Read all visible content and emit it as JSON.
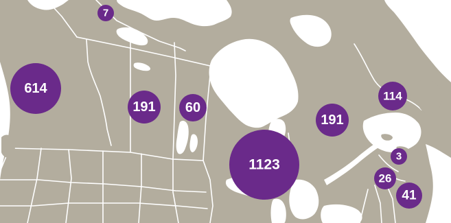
{
  "colors": {
    "land": "#b3ad9e",
    "water": "#ffffff",
    "border": "#ffffff",
    "marker": "#6a2a8a"
  },
  "markers": [
    {
      "id": "marker-north",
      "label": "7",
      "value": 7
    },
    {
      "id": "marker-west-coast",
      "label": "614",
      "value": 614
    },
    {
      "id": "marker-prairie",
      "label": "191",
      "value": 191
    },
    {
      "id": "marker-manitoba",
      "label": "60",
      "value": 60
    },
    {
      "id": "marker-ontario",
      "label": "1123",
      "value": 1123
    },
    {
      "id": "marker-quebec",
      "label": "191",
      "value": 191
    },
    {
      "id": "marker-labrador",
      "label": "114",
      "value": 114
    },
    {
      "id": "marker-gulf",
      "label": "3",
      "value": 3
    },
    {
      "id": "marker-maritimes",
      "label": "26",
      "value": 26
    },
    {
      "id": "marker-east",
      "label": "41",
      "value": 41
    }
  ]
}
